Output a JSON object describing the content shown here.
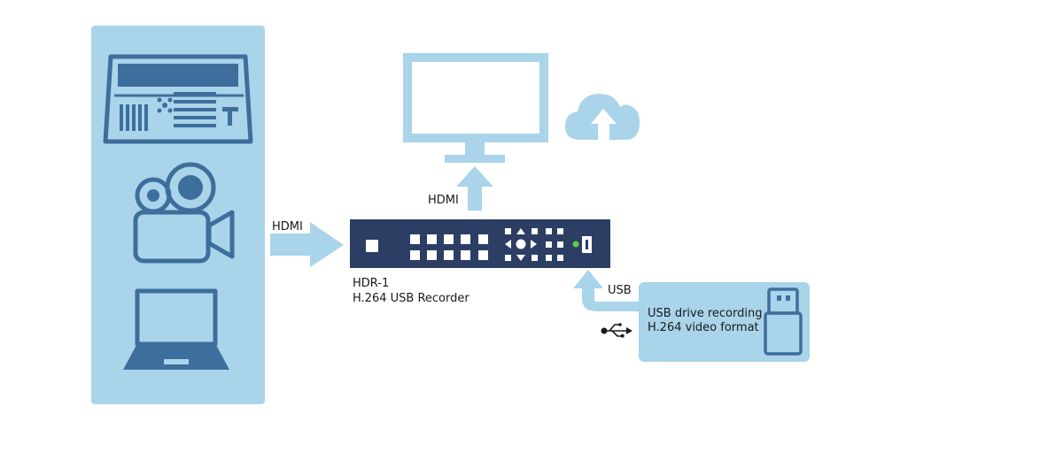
{
  "labels": {
    "hdmi_in": "HDMI",
    "hdmi_out": "HDMI",
    "usb": "USB",
    "device_name": "HDR-1",
    "device_desc": "H.264 USB Recorder",
    "usb_line1": "USB drive recording",
    "usb_line2": "H.264 video format"
  },
  "icons": {
    "sources": [
      "switcher-console-icon",
      "video-camera-icon",
      "laptop-icon"
    ],
    "outputs": [
      "monitor-icon",
      "cloud-upload-icon"
    ],
    "storage": [
      "usb-drive-icon",
      "usb-symbol-icon"
    ]
  },
  "colors": {
    "panel": "#a9d4ea",
    "icon_dark": "#3e6e9c",
    "arrow": "#a9d4ea",
    "device_body": "#2c3e63",
    "device_button": "#ffffff",
    "led": "#5fcf4a"
  }
}
